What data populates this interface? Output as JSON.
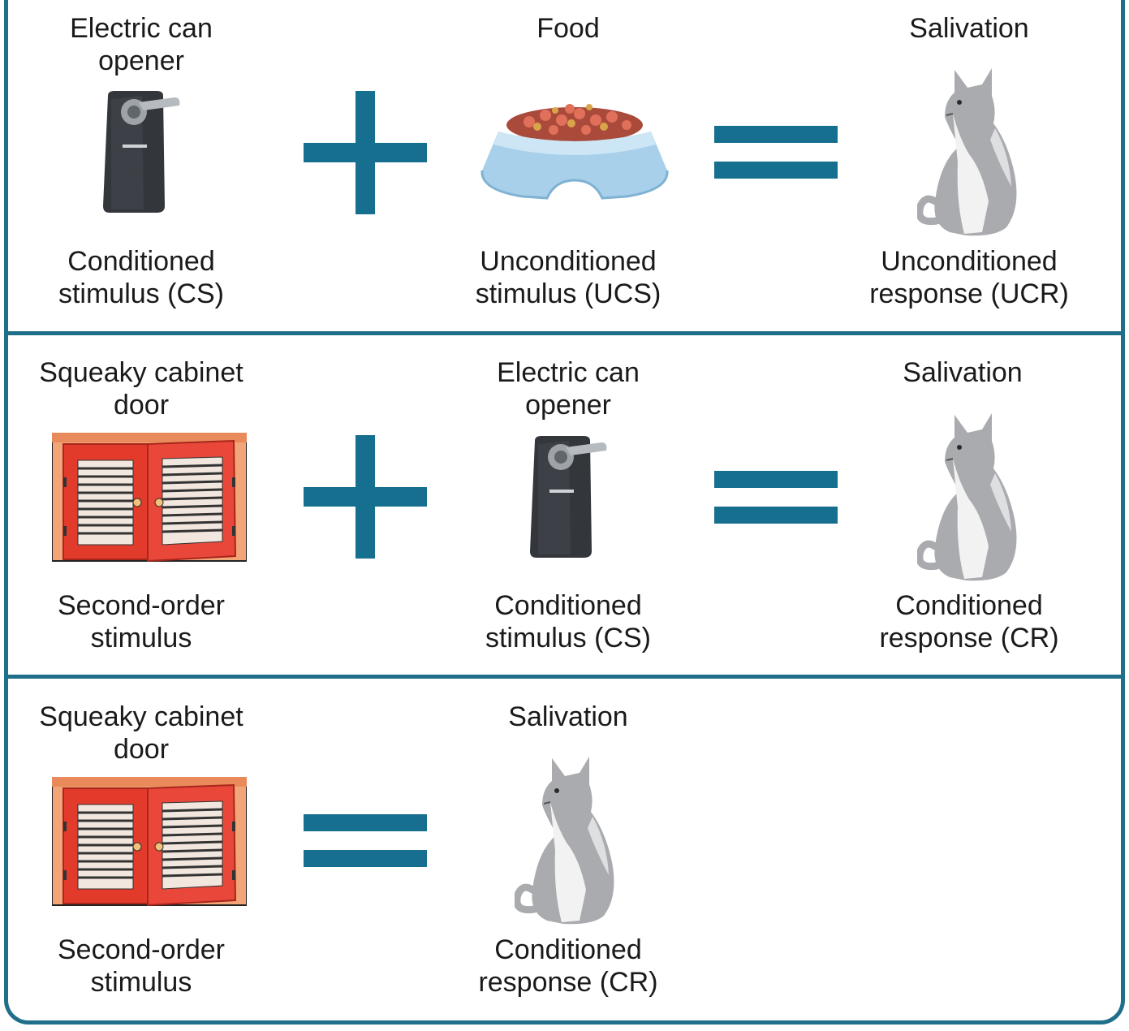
{
  "colors": {
    "frame": "#1f6f8b",
    "operator": "#166f8f"
  },
  "rows": [
    {
      "items": [
        {
          "top": "Electric can\nopener",
          "icon": "can-opener-icon",
          "bottom": "Conditioned\nstimulus (CS)"
        },
        {
          "top": "Food",
          "icon": "food-bowl-icon",
          "bottom": "Unconditioned\nstimulus (UCS)"
        },
        {
          "top": "Salivation",
          "icon": "cat-icon",
          "bottom": "Unconditioned\nresponse (UCR)"
        }
      ],
      "operators": [
        "+",
        "="
      ]
    },
    {
      "items": [
        {
          "top": "Squeaky cabinet\ndoor",
          "icon": "cabinet-door-icon",
          "bottom": "Second-order\nstimulus"
        },
        {
          "top": "Electric can\nopener",
          "icon": "can-opener-icon",
          "bottom": "Conditioned\nstimulus (CS)"
        },
        {
          "top": "Salivation",
          "icon": "cat-icon",
          "bottom": "Conditioned\nresponse (CR)"
        }
      ],
      "operators": [
        "+",
        "="
      ]
    },
    {
      "items": [
        {
          "top": "Squeaky cabinet\ndoor",
          "icon": "cabinet-door-icon",
          "bottom": "Second-order\nstimulus"
        },
        {
          "top": "Salivation",
          "icon": "cat-icon",
          "bottom": "Conditioned\nresponse (CR)"
        }
      ],
      "operators": [
        "="
      ]
    }
  ]
}
